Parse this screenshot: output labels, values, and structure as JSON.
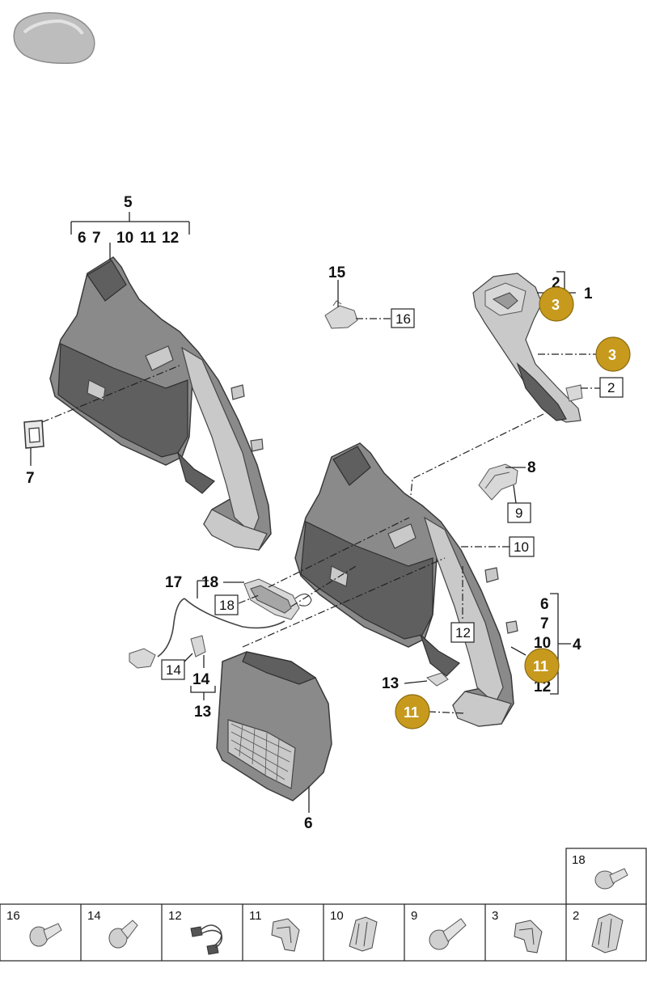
{
  "callouts": {
    "c5": "5",
    "c6": "6",
    "c7": "7",
    "c10": "10",
    "c11": "11",
    "c12": "12",
    "c15": "15",
    "c16box": "16",
    "c2top": "2",
    "c1": "1",
    "c2box": "2",
    "c7left": "7",
    "c8": "8",
    "c9box": "9",
    "c10box": "10",
    "c17": "17",
    "c18": "18",
    "c18box": "18",
    "c12box": "12",
    "c14box": "14",
    "c14": "14",
    "c13": "13",
    "c13b": "13",
    "r6": "6",
    "r7": "7",
    "r10": "10",
    "r12": "12",
    "r4": "4",
    "c6bottom": "6"
  },
  "badges": {
    "b3a": "3",
    "b3b": "3",
    "b11a": "11",
    "b11b": "11"
  },
  "colors": {
    "badge": "#c79a1e",
    "badge_border": "#8a6a10"
  },
  "legend": {
    "top_cell": {
      "label": "18",
      "icon": "screw-icon"
    },
    "cells": [
      {
        "label": "16",
        "icon": "screw-icon"
      },
      {
        "label": "14",
        "icon": "screw-icon"
      },
      {
        "label": "12",
        "icon": "wire-harness-icon"
      },
      {
        "label": "11",
        "icon": "clip-icon"
      },
      {
        "label": "10",
        "icon": "clip-icon"
      },
      {
        "label": "9",
        "icon": "screw-icon"
      },
      {
        "label": "3",
        "icon": "clip-icon"
      },
      {
        "label": "2",
        "icon": "clip-icon"
      }
    ]
  }
}
